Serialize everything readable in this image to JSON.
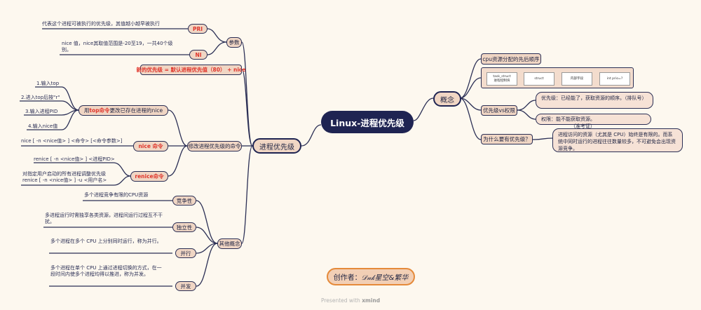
{
  "root": "Linux-进程优先级",
  "concept": {
    "label": "概念",
    "cpu_order": "cpu资源分配的先后顺序",
    "diagram": [
      "task_struct",
      "进程控制块",
      "struct",
      "内部字段",
      "int prio=?"
    ],
    "priority_vs_permission": {
      "label": "优先级vs权限",
      "priority": "优先级：已经能了，获取资源的顺序。（排队号）",
      "permission": "权限：能不能获取资源。",
      "permission_note": "（准考证）"
    },
    "why": {
      "label": "为什么要有优先级？",
      "text": "进程访问的资源（尤其是 CPU）始终是有限的。而系统中同时运行的进程往往数量较多，不可避免会出现资源竞争。"
    }
  },
  "priority": {
    "label": "进程优先级",
    "params": {
      "label": "参数",
      "pri": "PRI",
      "pri_desc": "代表这个进程可被执行的优先级，其值越小越早被执行",
      "ni": "NI",
      "ni_desc": "nice 值，nice其取值范围是-20至19，一共40个级别。"
    },
    "new_priority": "新的优先级 = 默认进程优先值（80） + nice",
    "modify": {
      "label": "修改进程优先级的命令",
      "top_pre": "用 ",
      "top_cmd": "top命令",
      "top_post": " 更改已存在进程的nice",
      "top_steps": [
        "1.输入top",
        "2.进入top后按\"r\"",
        "3.输入进程PID",
        "4.输入nice值"
      ],
      "nice_cmd": "nice 命令",
      "nice_usage": "nice [ -n <nice值> ] <命令> [<命令参数>]",
      "renice_cmd": "renice命令",
      "renice_usage1": "renice [ -n <nice值> ] <进程PID>",
      "renice_usage2a": "对指定用户启动的所有进程调整优先级",
      "renice_usage2b": "renice [ -n <nice值> ] -u <用户名>"
    },
    "other": {
      "label": "其他概念",
      "items": [
        {
          "label": "竞争性",
          "desc": "多个进程竞争有限的CPU资源"
        },
        {
          "label": "独立性",
          "desc": "多进程运行时需独享各类资源，进程间运行过程互不干扰。"
        },
        {
          "label": "并行",
          "desc": "多个进程在多个 CPU 上分别同时运行，称为并行。"
        },
        {
          "label": "并发",
          "desc": "多个进程在单个 CPU 上通过进程切换的方式，在一段时间内使多个进程均得以推进，称为并发。"
        }
      ]
    }
  },
  "author": {
    "prefix": "创作者：",
    "name": "𝒟𝓊𝓀星空&繁华"
  },
  "footer": {
    "text": "Presented with ",
    "brand": "xmind"
  },
  "colors": {
    "background": "#fdf8ef",
    "line": "#2b2f55",
    "root": "#1f2452",
    "node": "#f0d6c4",
    "accent": "#e0352b"
  }
}
